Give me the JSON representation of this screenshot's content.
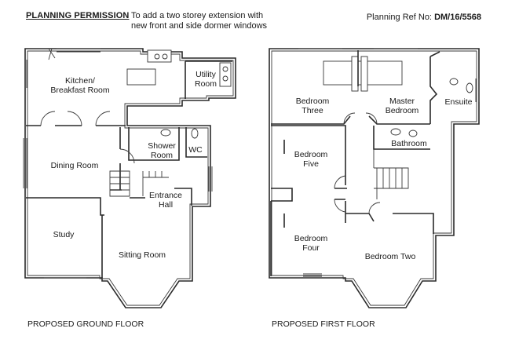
{
  "header": {
    "title": "PLANNING PERMISSION",
    "description": "To add a two storey extension with new front and side dormer windows",
    "ref_label": "Planning Ref No:",
    "ref_value": "DM/16/5568"
  },
  "ground_floor": {
    "caption": "PROPOSED GROUND FLOOR",
    "rooms": {
      "kitchen_line1": "Kitchen/",
      "kitchen_line2": "Breakfast Room",
      "utility_line1": "Utility",
      "utility_line2": "Room",
      "shower_line1": "Shower",
      "shower_line2": "Room",
      "wc": "WC",
      "dining": "Dining Room",
      "entrance_line1": "Entrance",
      "entrance_line2": "Hall",
      "study": "Study",
      "sitting": "Sitting Room"
    }
  },
  "first_floor": {
    "caption": "PROPOSED FIRST FLOOR",
    "rooms": {
      "bed3_line1": "Bedroom",
      "bed3_line2": "Three",
      "master_line1": "Master",
      "master_line2": "Bedroom",
      "ensuite": "Ensuite",
      "bathroom": "Bathroom",
      "bed5_line1": "Bedroom",
      "bed5_line2": "Five",
      "bed4_line1": "Bedroom",
      "bed4_line2": "Four",
      "bed2": "Bedroom Two"
    }
  }
}
